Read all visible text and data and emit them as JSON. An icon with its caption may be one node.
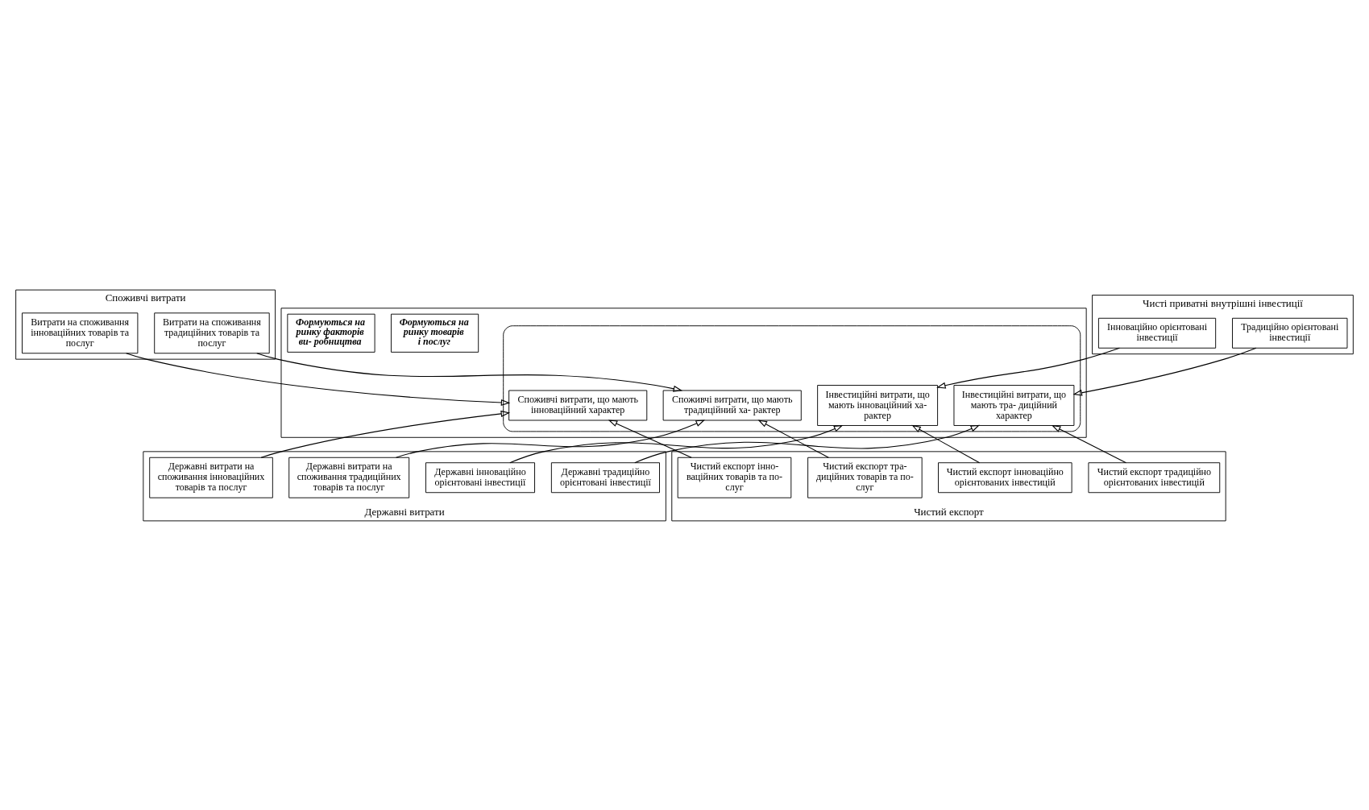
{
  "diagram": {
    "nodes": [
      {
        "text": [
          "Споживчі витрати"
        ]
      },
      {
        "text": [
          "Витрати на споживання традиційних товарів та послуг"
        ],
        "in": 0
      },
      {
        "text": [
          "Витрати на споживання інноваційних товарів та послуг"
        ],
        "in": 0
      },
      {
        "text": [
          "Чисті приватні внутрішні інвестиції"
        ]
      },
      {
        "text": [
          "Традиційно орієнтовані інвестиції"
        ],
        "in": 3
      },
      {
        "text": [
          "Інноваційно орієнтовані інвестиції"
        ],
        "in": 3
      },
      {
        "text": [],
        "shape": "box"
      },
      {
        "text": [
          "Формуються на ринку товарів і послуг"
        ],
        "in": 6
      },
      {
        "text": [],
        "shape": "ellipse",
        "in": 6
      },
      {
        "text": [
          "Споживчі витрати, що мають інноваційний характер"
        ],
        "in": 8
      },
      {
        "text": [
          "Інвестиційні витрати, що мають тра- диційний характер"
        ],
        "in": 8
      },
      {
        "text": [
          "Споживчі витрати, що мають традиційний ха- рактер"
        ],
        "in": 8
      },
      {
        "text": [
          "Інвестиційні витрати, що мають інноваційний ха- рактер"
        ],
        "in": 8
      },
      {
        "text": [
          "Формуються на ринку факторів ви- робництва"
        ],
        "in": 6
      },
      {
        "text": [
          "Державні витрати"
        ]
      },
      {
        "text": [
          "Державні витрати на споживання традиційних товарів та послуг"
        ],
        "in": 14
      },
      {
        "text": [
          "Державні витрати на споживання інноваційних товарів та послуг"
        ],
        "in": 14
      },
      {
        "text": [
          "Державні традиційно орієнтовані інвестиції"
        ],
        "in": 14
      },
      {
        "text": [
          "Державні інноваційно орієнтовані інвестиції"
        ],
        "in": 14
      },
      {
        "text": [
          "Чистий експорт"
        ]
      },
      {
        "text": [
          "Чистий експорт тра- диційних товарів та по- слуг"
        ],
        "in": 19
      },
      {
        "text": [
          "Чистий експорт традиційно орієнтованих інвестицій"
        ],
        "in": 19
      },
      {
        "text": [
          "Чистий експорт інно- ваційних товарів та по- слуг"
        ],
        "in": 19
      },
      {
        "text": [
          "Чистий експорт інноваційно орієнтованих інвестицій"
        ],
        "in": 19
      }
    ],
    "edges": [
      {
        "from": 1,
        "to": 11,
        "arrow": "to"
      },
      {
        "from": 2,
        "to": 9,
        "arrow": "to"
      },
      {
        "from": 4,
        "to": 10,
        "arrow": "to"
      },
      {
        "from": 5,
        "to": 12,
        "arrow": "to"
      },
      {
        "from": 15,
        "to": 11,
        "arrow": "to"
      },
      {
        "from": 16,
        "to": 9,
        "arrow": "to"
      },
      {
        "from": 17,
        "to": 10,
        "arrow": "to"
      },
      {
        "from": 18,
        "to": 12,
        "arrow": "to"
      },
      {
        "from": 20,
        "to": 11,
        "arrow": "to"
      },
      {
        "from": 21,
        "to": 10,
        "arrow": "to"
      },
      {
        "from": 22,
        "to": 9,
        "arrow": "to"
      },
      {
        "from": 23,
        "to": 12,
        "arrow": "to"
      }
    ]
  }
}
